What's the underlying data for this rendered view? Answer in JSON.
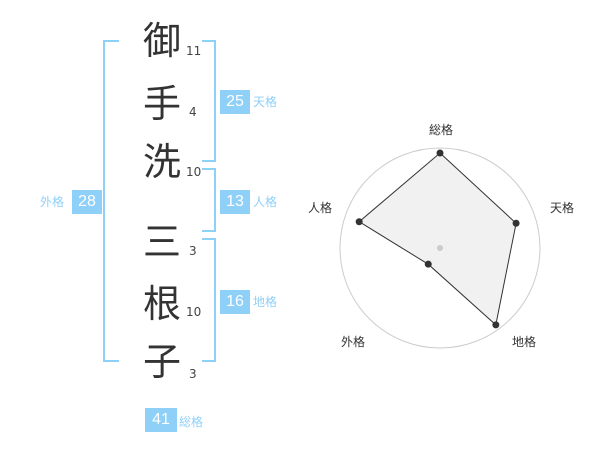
{
  "name_chars": [
    {
      "char": "御",
      "strokes": "11"
    },
    {
      "char": "手",
      "strokes": "4"
    },
    {
      "char": "洗",
      "strokes": "10"
    },
    {
      "char": "三",
      "strokes": "3"
    },
    {
      "char": "根",
      "strokes": "10"
    },
    {
      "char": "子",
      "strokes": "3"
    }
  ],
  "kaku": {
    "tenkaku": {
      "value": "25",
      "label": "天格"
    },
    "jinkaku": {
      "value": "13",
      "label": "人格"
    },
    "chikaku": {
      "value": "16",
      "label": "地格"
    },
    "gaikaku": {
      "value": "28",
      "label": "外格"
    },
    "soukaku": {
      "value": "41",
      "label": "総格"
    }
  },
  "colors": {
    "accent": "#8fd0f8",
    "chart_fill": "#eeeeee",
    "chart_line": "#333333",
    "grid": "#cccccc"
  },
  "chart_data": {
    "type": "radar",
    "axes": [
      "総格",
      "天格",
      "地格",
      "外格",
      "人格"
    ],
    "values": [
      0.95,
      0.8,
      0.95,
      0.2,
      0.85
    ],
    "range": [
      0,
      1
    ],
    "rings": 5
  }
}
